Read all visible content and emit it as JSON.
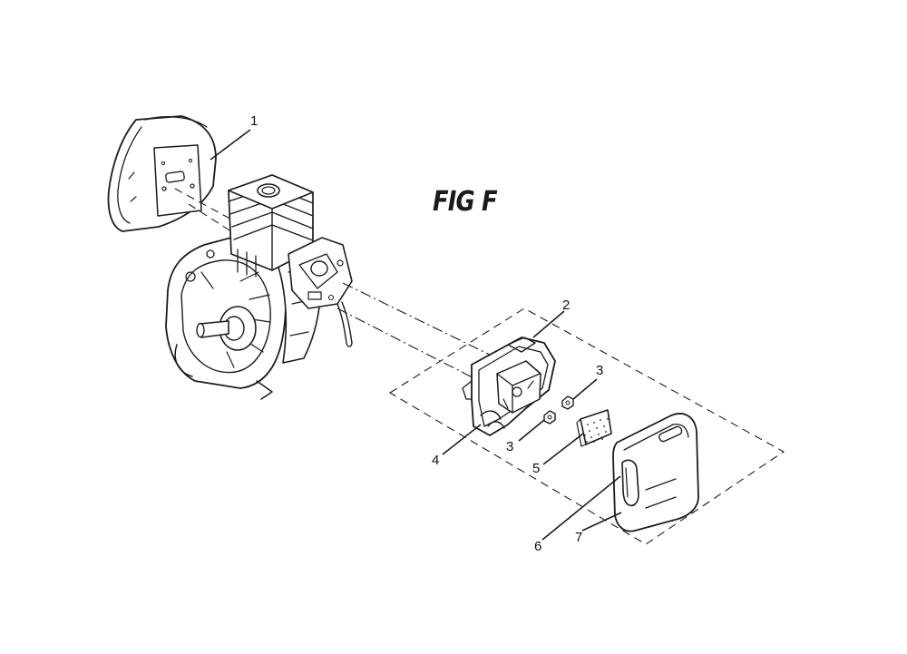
{
  "title": "FIG F",
  "callouts": [
    {
      "id": "1",
      "label": "1"
    },
    {
      "id": "2",
      "label": "2"
    },
    {
      "id": "3a",
      "label": "3"
    },
    {
      "id": "3b",
      "label": "3"
    },
    {
      "id": "4",
      "label": "4"
    },
    {
      "id": "5",
      "label": "5"
    },
    {
      "id": "6",
      "label": "6"
    },
    {
      "id": "7",
      "label": "7"
    }
  ],
  "colors": {
    "ink": "#1c1c1c",
    "background": "#ffffff"
  }
}
